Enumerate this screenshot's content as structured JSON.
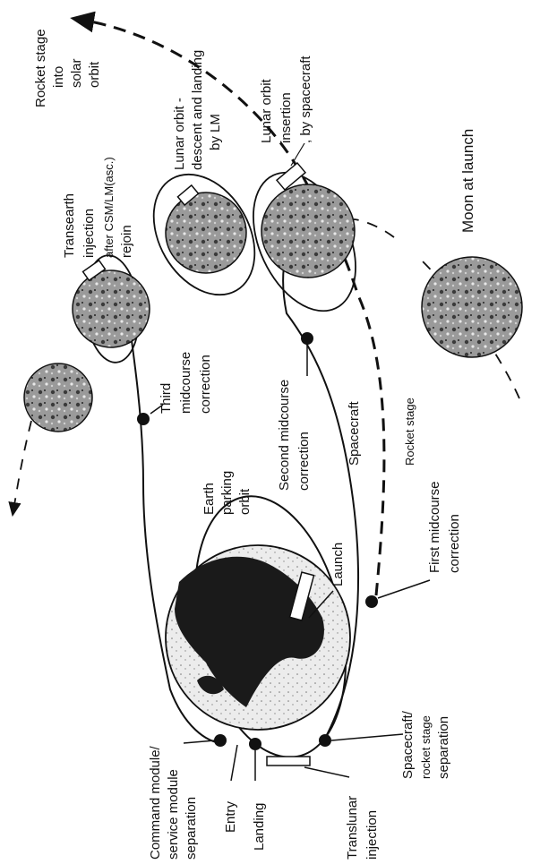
{
  "labels": {
    "rocket_stage_solar": [
      "Rocket stage",
      "into",
      "solar",
      "orbit"
    ],
    "moon_at_launch": "Moon at launch",
    "lunar_orbit_insertion": [
      "Lunar orbit",
      "insertion",
      ", by spacecraft"
    ],
    "lunar_orbit_descent": [
      "Lunar orbit -",
      "descent and landing",
      "by LM"
    ],
    "transearth": [
      "Transearth",
      "injection",
      "after CSM/LM(asc.)",
      "rejoin"
    ],
    "third_midcourse": [
      "Third",
      "midcourse",
      "correction"
    ],
    "second_midcourse": [
      "Second midcourse",
      "correction"
    ],
    "spacecraft": "Spacecraft",
    "rocket_stage": "Rocket stage",
    "first_midcourse": [
      "First midcourse",
      "correction"
    ],
    "earth_parking": [
      "Earth",
      "parking",
      "orbit"
    ],
    "launch": "Launch",
    "spacecraft_rocket_sep": [
      "Spacecraft/",
      "rocket stage",
      "separation"
    ],
    "translunar": [
      "Translunar",
      "injection"
    ],
    "landing": "Landing",
    "entry": "Entry",
    "cm_sm_sep": [
      "Command module/",
      "service module",
      "separation"
    ]
  }
}
